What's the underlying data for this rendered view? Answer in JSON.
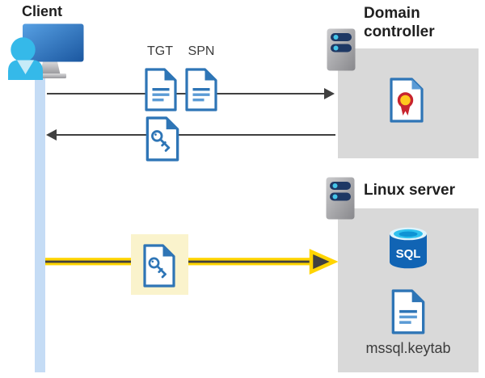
{
  "client": {
    "label": "Client"
  },
  "domain_controller": {
    "label": "Domain controller"
  },
  "linux_server": {
    "label": "Linux server",
    "database_label": "SQL",
    "keytab_label": "mssql.keytab"
  },
  "flows": {
    "request": {
      "ticket_labels": [
        "TGT",
        "SPN"
      ],
      "direction": "client-to-domain-controller"
    },
    "response": {
      "direction": "domain-controller-to-client"
    },
    "auth": {
      "direction": "client-to-linux-server",
      "highlighted": true
    }
  },
  "icons": {
    "client": "client-workstation-user-icon",
    "domain_controller_host": "server-icon",
    "linux_server_host": "server-icon",
    "tgt": "document-icon",
    "spn": "document-icon",
    "service_ticket": "key-document-icon",
    "auth_ticket": "key-document-icon",
    "certificate": "certificate-icon",
    "database": "sql-database-icon",
    "keytab": "document-icon"
  },
  "colors": {
    "doc_blue": "#2E75B6",
    "doc_blue_light": "#5B9BD5",
    "person_cyan": "#35B9E9",
    "arrow_dark": "#404040",
    "lifeline_blue": "#C5DCF5",
    "panel_gray": "#D9D9D9",
    "highlight_yellow": "#FFD400",
    "highlight_bg": "#FAF3CC",
    "sql_blue": "#1164B4",
    "sql_cyan": "#30C1EE",
    "cert_red": "#C8242E",
    "cert_gold": "#FFC81E",
    "server_navy": "#1E3864",
    "server_dot_cyan": "#45C6EA",
    "title_black": "#1F1F1F",
    "label_gray": "#3C3C3C"
  }
}
